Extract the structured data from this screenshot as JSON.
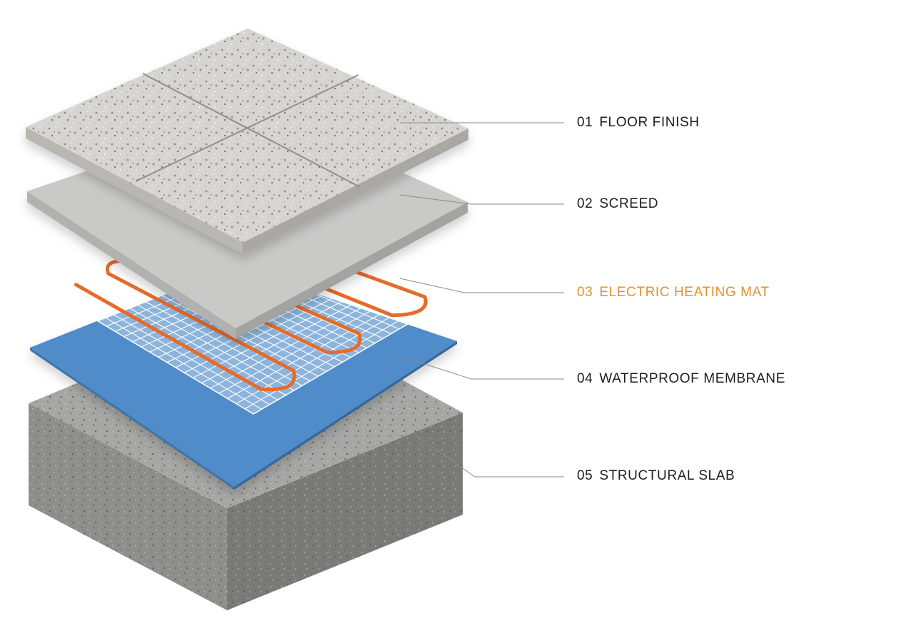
{
  "layers": [
    {
      "number": "01",
      "name": "FLOOR FINISH",
      "highlight": false
    },
    {
      "number": "02",
      "name": "SCREED",
      "highlight": false
    },
    {
      "number": "03",
      "name": "ELECTRIC HEATING MAT",
      "highlight": true
    },
    {
      "number": "04",
      "name": "WATERPROOF MEMBRANE",
      "highlight": false
    },
    {
      "number": "05",
      "name": "STRUCTURAL SLAB",
      "highlight": false
    }
  ],
  "colors": {
    "label_text": "#1e1e1e",
    "highlight_text": "#e0922f",
    "leader_line": "#8a8a8a",
    "tile_top": "#d6d5d1",
    "tile_grout": "#8f8f8c",
    "screed_top": "#c9c9c7",
    "mesh": "#ffffff",
    "heating_cable": "#e66b2a",
    "membrane": "#4f8cc9",
    "slab_top": "#a6a6a5",
    "slab_side_left": "#8e8e8d",
    "slab_side_right": "#7a7a79"
  }
}
